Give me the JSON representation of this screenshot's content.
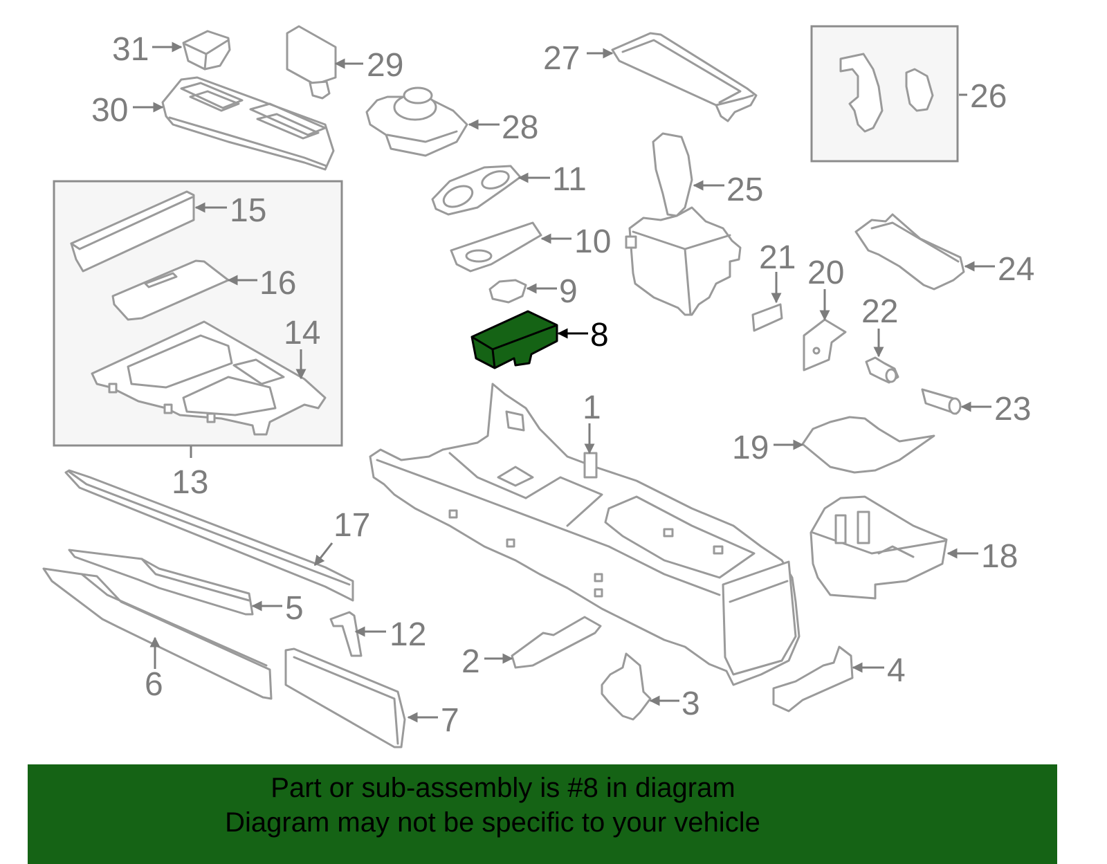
{
  "diagram": {
    "highlighted_part": "8",
    "colors": {
      "outline": "#9a9a9a",
      "callout_text": "#7d7d7d",
      "highlight_fill": "#156315",
      "group_box_fill": "#f6f6f6"
    },
    "callouts": [
      "1",
      "2",
      "3",
      "4",
      "5",
      "6",
      "7",
      "8",
      "9",
      "10",
      "11",
      "12",
      "13",
      "14",
      "15",
      "16",
      "17",
      "18",
      "19",
      "20",
      "21",
      "22",
      "23",
      "24",
      "25",
      "26",
      "27",
      "28",
      "29",
      "30",
      "31"
    ]
  },
  "banner": {
    "line1": "Part or sub-assembly is #8 in diagram",
    "line2": "Diagram may not be specific to your vehicle",
    "background": "#156315"
  }
}
